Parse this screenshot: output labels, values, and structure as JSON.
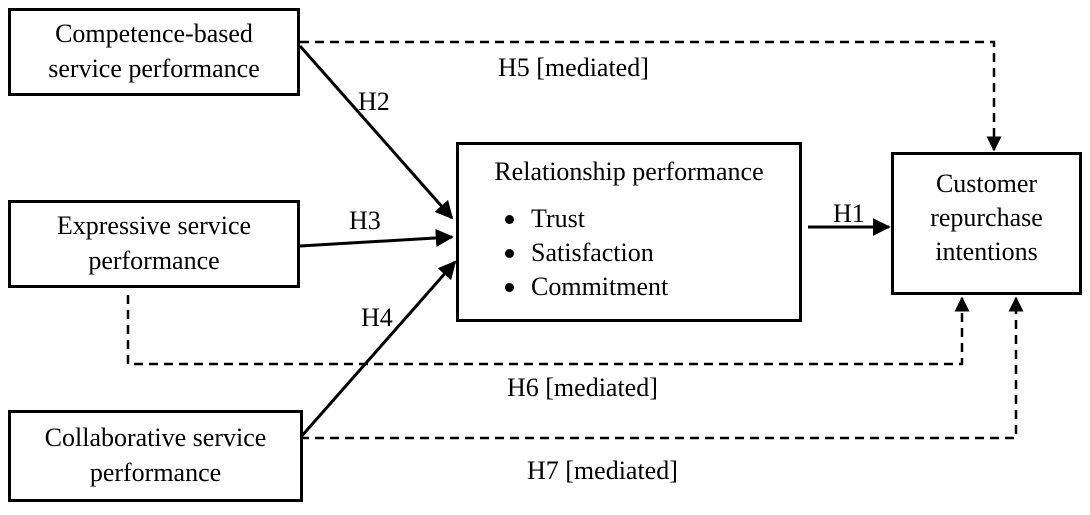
{
  "boxes": {
    "competence": {
      "line1": "Competence-based",
      "line2": "service performance"
    },
    "expressive": {
      "line1": "Expressive service",
      "line2": "performance"
    },
    "collaborative": {
      "line1": "Collaborative service",
      "line2": "performance"
    },
    "relationship": {
      "title": "Relationship performance",
      "items": [
        "Trust",
        "Satisfaction",
        "Commitment"
      ]
    },
    "outcome": {
      "line1": "Customer",
      "line2": "repurchase",
      "line3": "intentions"
    }
  },
  "labels": {
    "h1": "H1",
    "h2": "H2",
    "h3": "H3",
    "h4": "H4",
    "h5": "H5 [mediated]",
    "h6": "H6 [mediated]",
    "h7": "H7 [mediated]"
  }
}
